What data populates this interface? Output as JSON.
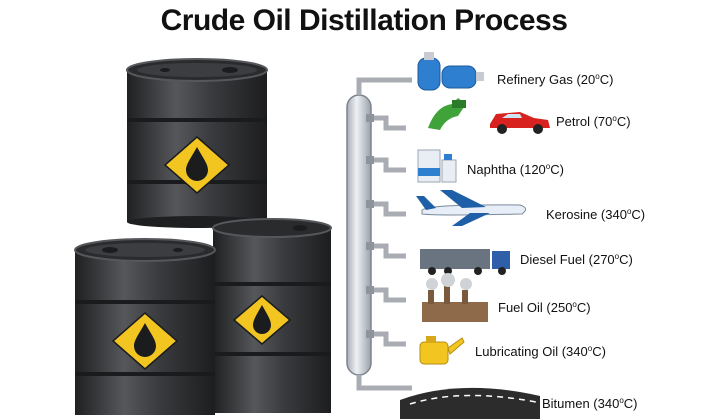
{
  "title": "Crude Oil Distillation Process",
  "colors": {
    "barrel": "#2f3032",
    "barrel_highlight": "#55575a",
    "diamond": "#f2c521",
    "column": "#d9dde3",
    "pipe": "#a9adb3",
    "gas_bottle": "#2f7fd1",
    "car": "#d8221f",
    "plane": "#e7eef7",
    "truck": "#6a7480",
    "fuel_can": "#f2c521",
    "road": "#2c2c2c"
  },
  "products": [
    {
      "name": "Refinery Gas",
      "temp": "(20",
      "deg": "o",
      "unit": "C)",
      "icon": "gas-cylinder-icon"
    },
    {
      "name": "Petrol",
      "temp": "(70",
      "deg": "o",
      "unit": "C)",
      "icon": "fuel-nozzle-car-icon"
    },
    {
      "name": "Naphtha",
      "temp": "(120",
      "deg": "o",
      "unit": "C)",
      "icon": "chemical-containers-icon"
    },
    {
      "name": "Kerosine",
      "temp": "(340",
      "deg": "o",
      "unit": "C)",
      "icon": "airplane-icon"
    },
    {
      "name": "Diesel Fuel",
      "temp": "(270",
      "deg": "o",
      "unit": "C)",
      "icon": "truck-icon"
    },
    {
      "name": "Fuel Oil",
      "temp": "(250",
      "deg": "o",
      "unit": "C)",
      "icon": "factory-icon"
    },
    {
      "name": "Lubricating Oil",
      "temp": "(340",
      "deg": "o",
      "unit": "C)",
      "icon": "oil-can-icon"
    },
    {
      "name": "Bitumen",
      "temp": "(340",
      "deg": "o",
      "unit": "C)",
      "icon": "road-icon"
    }
  ]
}
